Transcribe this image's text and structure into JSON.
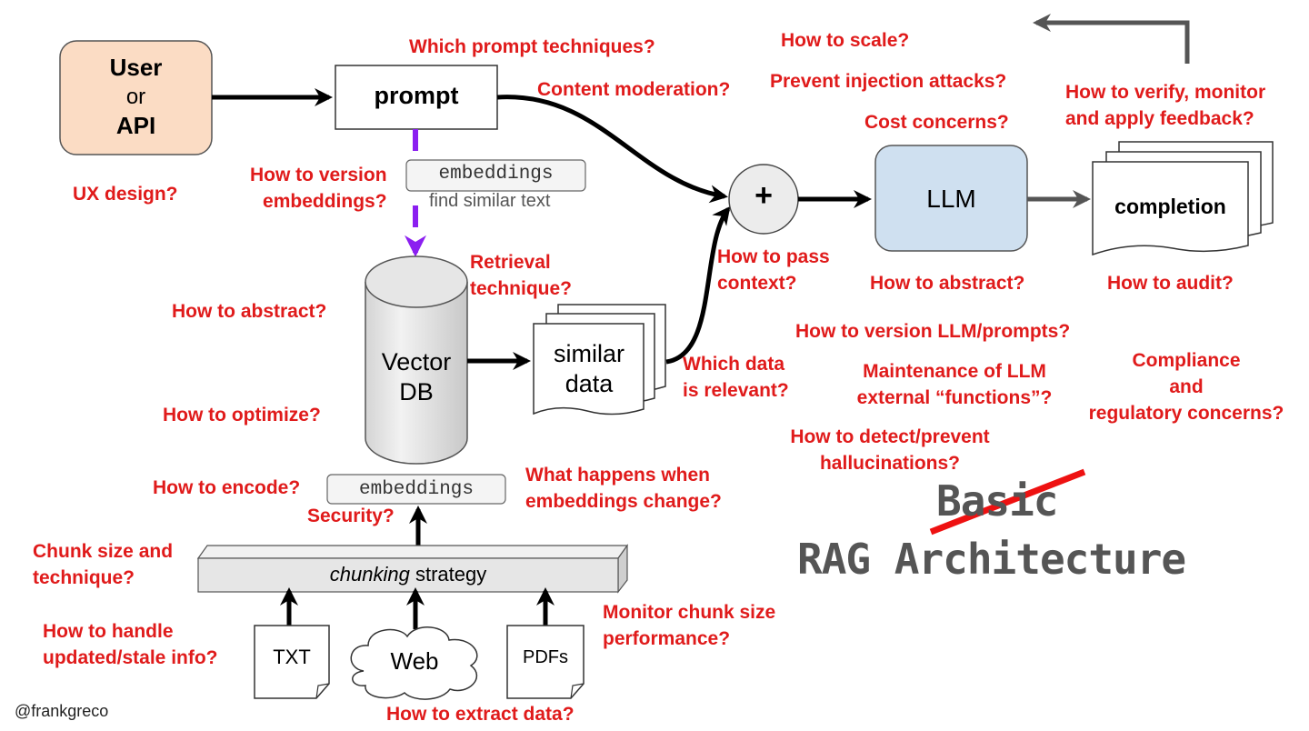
{
  "nodes": {
    "user": [
      "User",
      "or",
      "API"
    ],
    "prompt": "prompt",
    "embeddings_top": "embeddings",
    "find_similar": "find similar text",
    "vector_db": [
      "Vector",
      "DB"
    ],
    "similar_data": [
      "similar",
      "data"
    ],
    "plus": "+",
    "llm": "LLM",
    "completion": "completion",
    "embeddings_bottom": "embeddings",
    "chunking_italic": "chunking",
    "chunking_rest": " strategy",
    "txt": "TXT",
    "web": "Web",
    "pdfs": "PDFs"
  },
  "title": {
    "struck": "Basic",
    "main": "RAG Architecture"
  },
  "credit": "@frankgreco",
  "colors": {
    "question": "#e01b1b",
    "user_fill": "#fbdcc4",
    "llm_fill": "#cfe0f0",
    "embed_arrow": "#8b1ff0",
    "strike": "#ee1111"
  },
  "questions": {
    "prompt_techniques": "Which prompt techniques?",
    "content_moderation": "Content moderation?",
    "scale": "How to scale?",
    "injection": "Prevent injection attacks?",
    "cost": "Cost concerns?",
    "verify": [
      "How to verify, monitor",
      "and apply feedback?"
    ],
    "version_embeddings": [
      "How to version",
      "embeddings?"
    ],
    "ux": "UX design?",
    "pass_context": [
      "How to pass",
      "context?"
    ],
    "abstract_llm": "How to abstract?",
    "audit": "How to audit?",
    "retrieval": [
      "Retrieval",
      "technique?"
    ],
    "abstract_db": "How to abstract?",
    "version_llm": "How to version LLM/prompts?",
    "relevant": [
      "Which data",
      "is relevant?"
    ],
    "maintenance": [
      "Maintenance of LLM",
      "external “functions”?"
    ],
    "compliance": [
      "Compliance",
      "and",
      "regulatory concerns?"
    ],
    "optimize": "How to optimize?",
    "hallucinations": [
      "How to detect/prevent",
      "hallucinations?"
    ],
    "encode": "How to encode?",
    "security": "Security?",
    "embeddings_change": [
      "What happens when",
      "embeddings change?"
    ],
    "chunk_size": [
      "Chunk size and",
      "technique?"
    ],
    "stale": [
      "How to handle",
      "updated/stale info?"
    ],
    "monitor_chunk": [
      "Monitor chunk size",
      "performance?"
    ],
    "extract": "How to extract data?"
  }
}
